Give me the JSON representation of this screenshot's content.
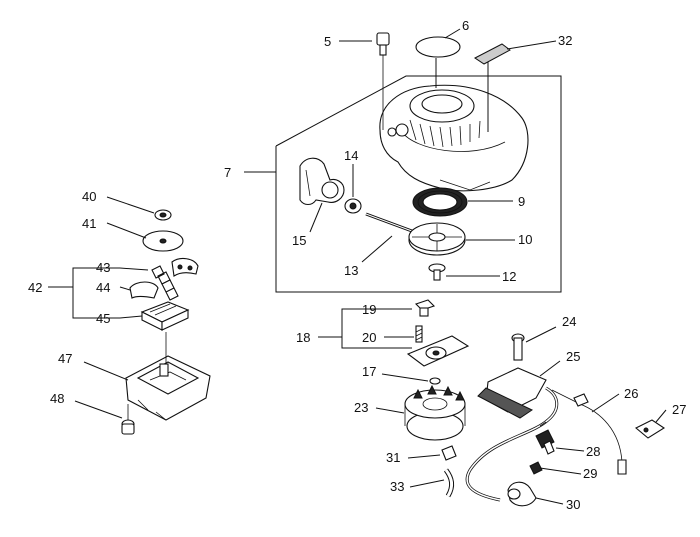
{
  "diagram": {
    "callouts": [
      "5",
      "6",
      "32",
      "7",
      "14",
      "9",
      "15",
      "10",
      "13",
      "12",
      "40",
      "41",
      "42",
      "43",
      "44",
      "45",
      "47",
      "48",
      "19",
      "18",
      "20",
      "24",
      "25",
      "17",
      "26",
      "27",
      "23",
      "28",
      "31",
      "29",
      "33",
      "30"
    ]
  }
}
